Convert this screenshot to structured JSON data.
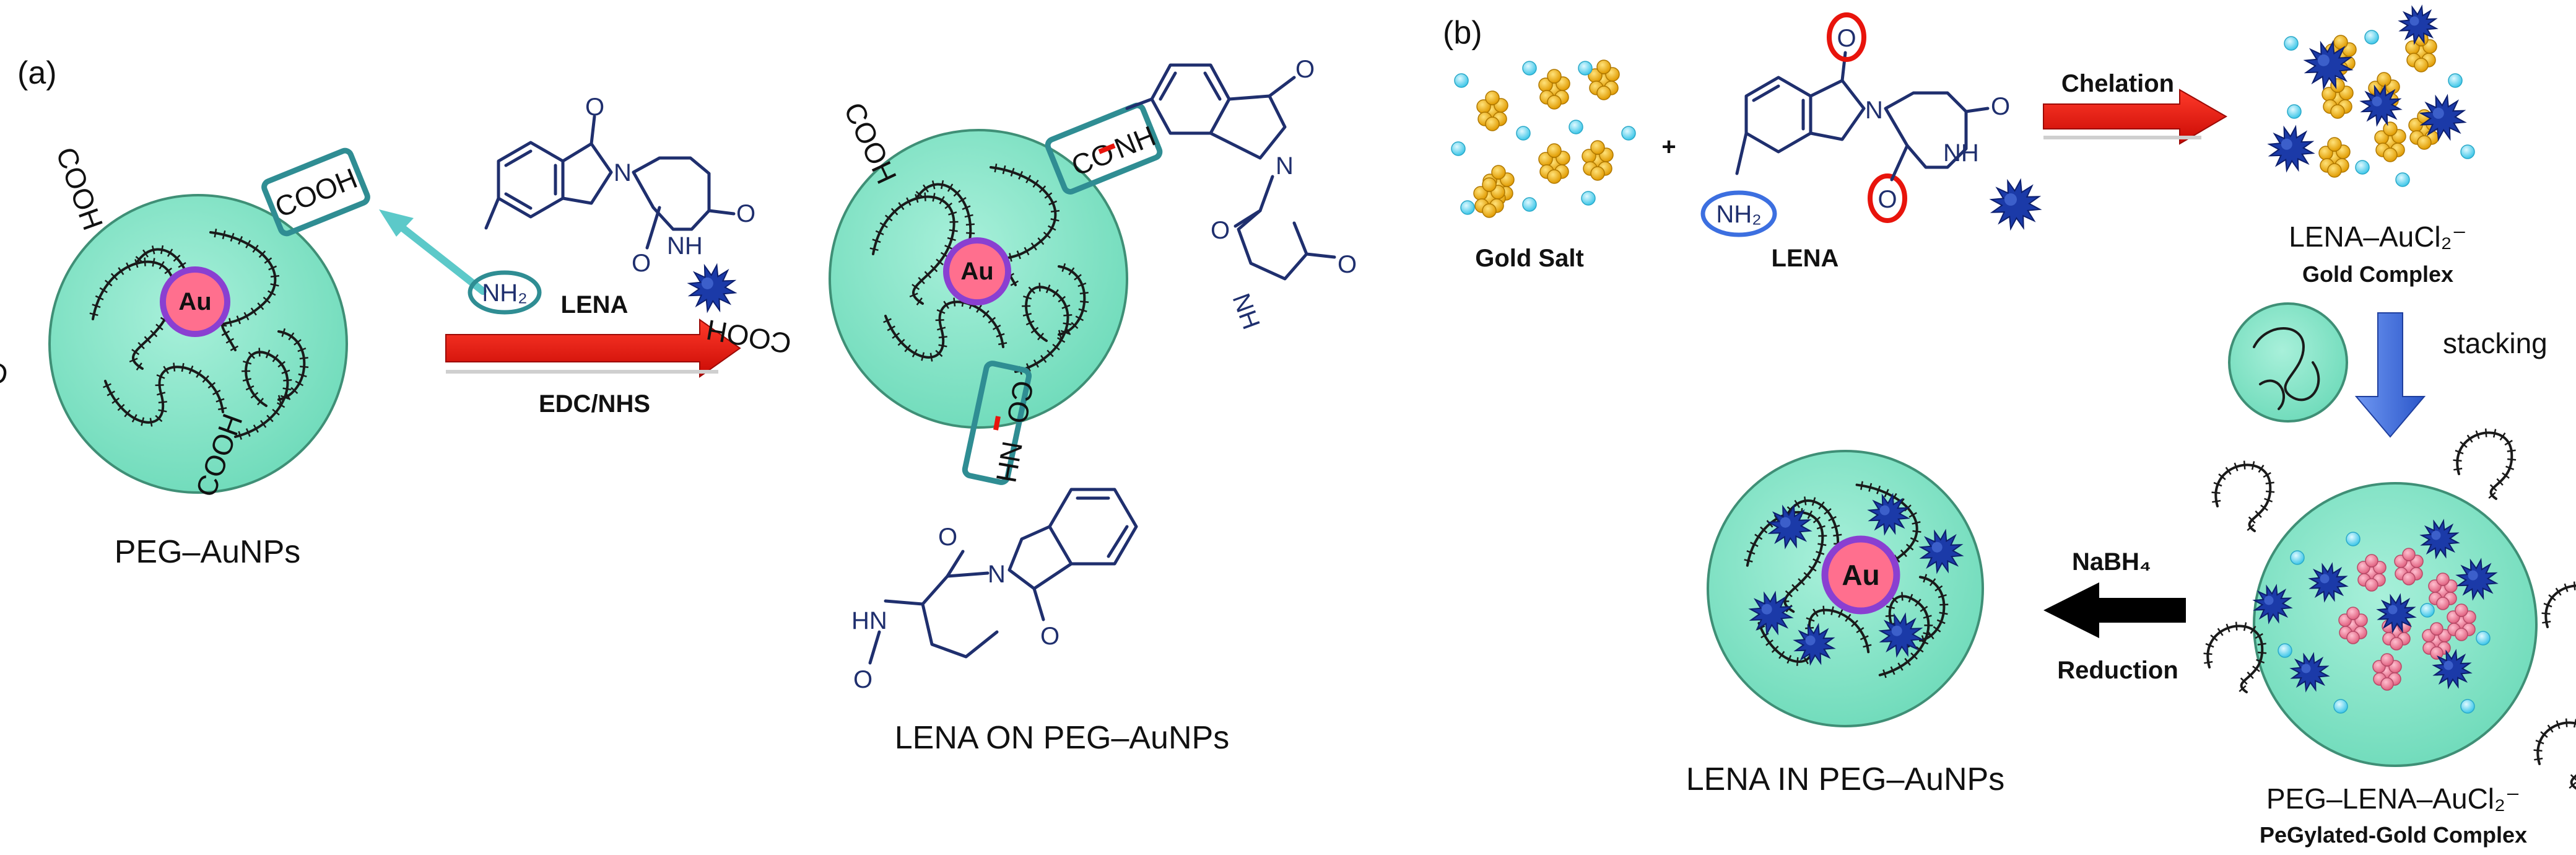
{
  "panel_a": {
    "label": "(a)",
    "peg_aunps": "PEG–AuNPs",
    "au": "Au",
    "cooh": "COOH",
    "lena": "LENA",
    "nh2": "NH₂",
    "reagent": "EDC/NHS",
    "co": "CO",
    "nh": "NH",
    "lena_on": "LENA ON PEG–AuNPs"
  },
  "panel_b": {
    "label": "(b)",
    "plus": "+",
    "gold_salt": "Gold Salt",
    "lena": "LENA",
    "chelation": "Chelation",
    "complex_title": "LENA–AuCl₂⁻",
    "complex_sub": "Gold Complex",
    "stacking": "stacking",
    "peg_complex_title": "PEG–LENA–AuCl₂⁻",
    "peg_complex_sub": "PeGylated-Gold Complex",
    "nabh4": "NaBH₄",
    "reduction": "Reduction",
    "lena_in": "LENA IN PEG–AuNPs",
    "au": "Au"
  },
  "chem": {
    "o": "O",
    "n": "N",
    "nh": "NH",
    "hn": "HN"
  },
  "colors": {
    "sphere_fill": "#7fe3c4",
    "sphere_edge": "#3f8f76",
    "au_core": "#ff6f8e",
    "au_ring": "#8a3fd1",
    "arrow_red": "#e8140c",
    "arrow_blue": "#3c6fe0",
    "arrow_black": "#000000",
    "teal_box": "#2f8d93",
    "gold_particle": "#f2b200",
    "pink_particle": "#f07a9a",
    "cyan_dot": "#56d4f0",
    "star_blue": "#1b3aa8"
  },
  "icons": [
    "pointing-arrow-icon",
    "molecule-star-icon",
    "gold-cluster-icon",
    "ion-dot-icon"
  ]
}
